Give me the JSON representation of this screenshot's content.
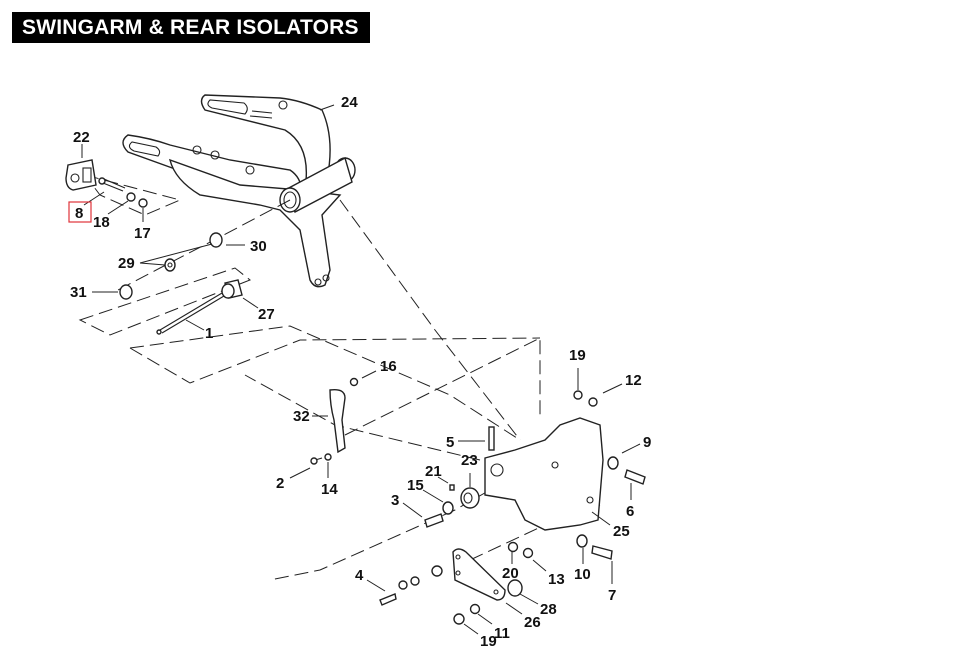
{
  "title": "SWINGARM & REAR ISOLATORS",
  "highlighted_callout": "8",
  "callouts": [
    {
      "id": "c1",
      "label": "1"
    },
    {
      "id": "c2",
      "label": "2"
    },
    {
      "id": "c3",
      "label": "3"
    },
    {
      "id": "c4",
      "label": "4"
    },
    {
      "id": "c5",
      "label": "5"
    },
    {
      "id": "c6",
      "label": "6"
    },
    {
      "id": "c7",
      "label": "7"
    },
    {
      "id": "c8",
      "label": "8"
    },
    {
      "id": "c9",
      "label": "9"
    },
    {
      "id": "c10",
      "label": "10"
    },
    {
      "id": "c11",
      "label": "11"
    },
    {
      "id": "c12",
      "label": "12"
    },
    {
      "id": "c13",
      "label": "13"
    },
    {
      "id": "c14",
      "label": "14"
    },
    {
      "id": "c15",
      "label": "15"
    },
    {
      "id": "c16",
      "label": "16"
    },
    {
      "id": "c17",
      "label": "17"
    },
    {
      "id": "c18",
      "label": "18"
    },
    {
      "id": "c19a",
      "label": "19"
    },
    {
      "id": "c19b",
      "label": "19"
    },
    {
      "id": "c20",
      "label": "20"
    },
    {
      "id": "c21",
      "label": "21"
    },
    {
      "id": "c22",
      "label": "22"
    },
    {
      "id": "c23",
      "label": "23"
    },
    {
      "id": "c24",
      "label": "24"
    },
    {
      "id": "c25",
      "label": "25"
    },
    {
      "id": "c26",
      "label": "26"
    },
    {
      "id": "c27",
      "label": "27"
    },
    {
      "id": "c28",
      "label": "28"
    },
    {
      "id": "c29",
      "label": "29"
    },
    {
      "id": "c30",
      "label": "30"
    },
    {
      "id": "c31",
      "label": "31"
    },
    {
      "id": "c32",
      "label": "32"
    }
  ]
}
